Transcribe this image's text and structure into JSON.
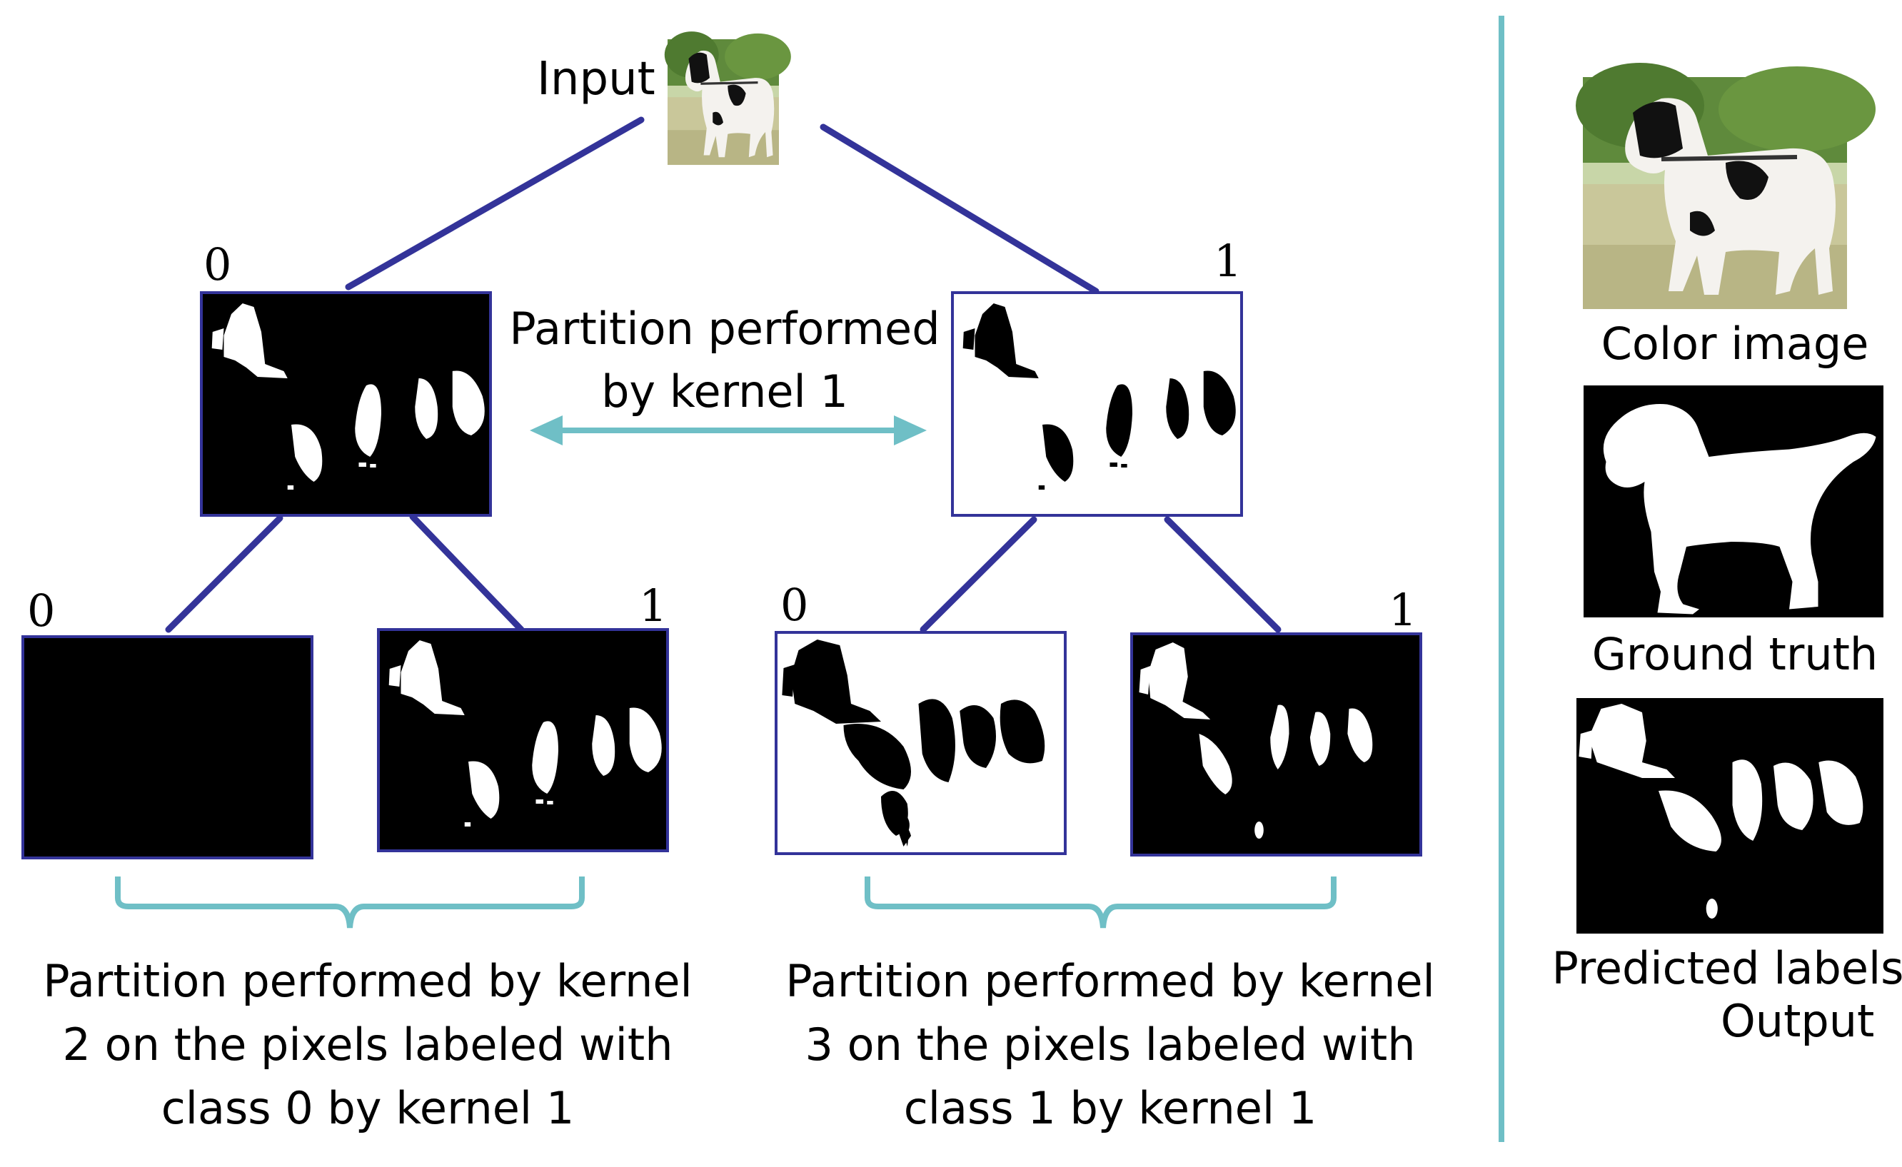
{
  "input_label": "Input",
  "node_labels": {
    "root_left": "0",
    "root_right": "1",
    "left_left": "0",
    "left_right": "1",
    "right_left": "0",
    "right_right": "1"
  },
  "kernel1_caption": [
    "Partition performed",
    "by kernel 1"
  ],
  "kernel2_caption": [
    "Partition performed by kernel",
    "2 on the pixels labeled with",
    "class 0 by kernel 1"
  ],
  "kernel3_caption": [
    "Partition performed by kernel",
    "3 on the pixels labeled with",
    "class 1 by kernel 1"
  ],
  "side_labels": {
    "color_image": "Color image",
    "ground_truth": "Ground truth",
    "predicted_labels": "Predicted labels",
    "output": "Output"
  },
  "colors": {
    "tree_line": "#333399",
    "accent": "#6fbfc6"
  }
}
